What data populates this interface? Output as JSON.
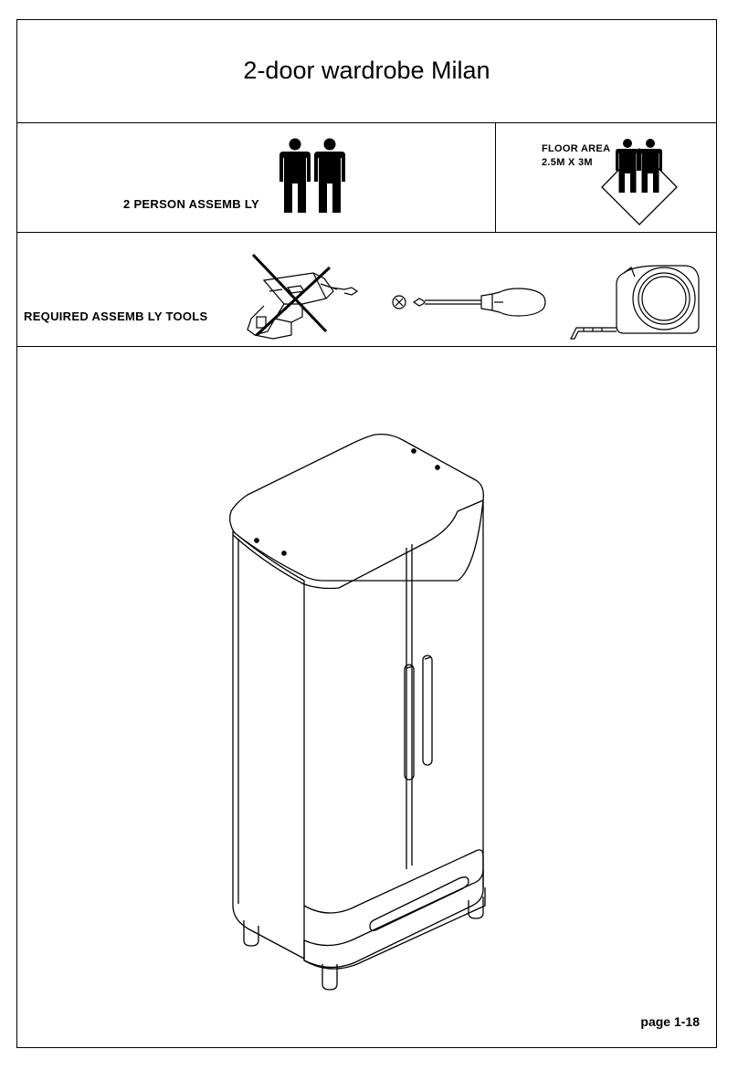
{
  "header": {
    "title": "2-door wardrobe Milan"
  },
  "assembly": {
    "persons_label": "2 PERSON  ASSEMB LY"
  },
  "floor_area": {
    "line1": "FLOOR AREA",
    "line2": "2.5M  X 3M"
  },
  "tools": {
    "label": "REQUIRED  ASSEMB LY TOOLS",
    "icons": [
      "crossed-out-power-drill-icon",
      "phillips-screwdriver-icon",
      "tape-measure-icon"
    ]
  },
  "footer": {
    "page_number": "page 1-18"
  }
}
